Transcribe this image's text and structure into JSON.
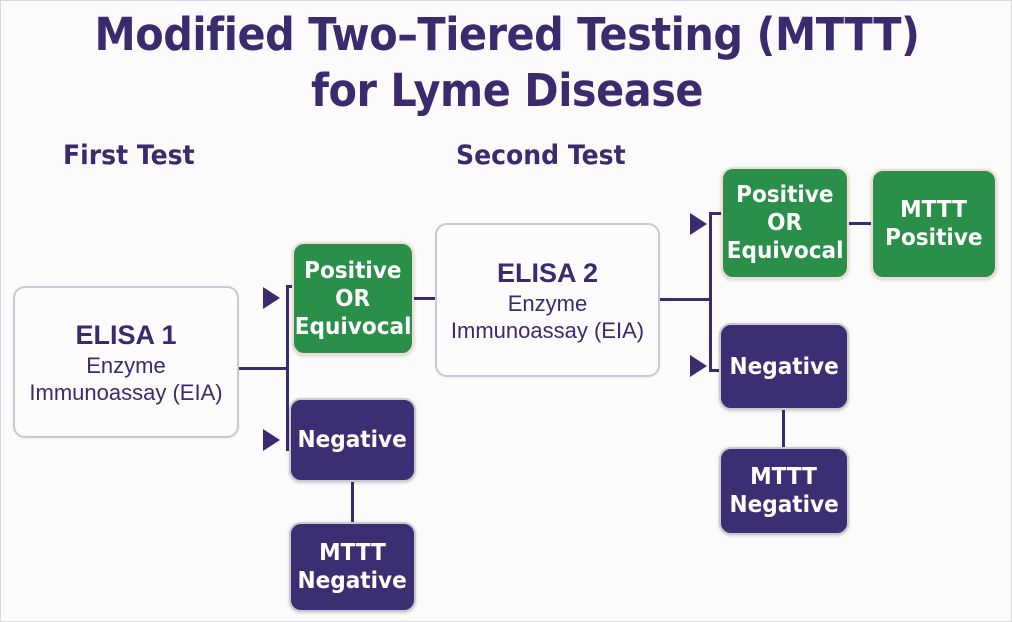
{
  "title": {
    "line1": "Modified Two–Tiered Testing (MTTT)",
    "line2": "for Lyme Disease"
  },
  "sections": {
    "first_test": "First Test",
    "second_test": "Second Test"
  },
  "colors": {
    "purple": "#3c2e72",
    "green": "#2a9049",
    "title_purple": "#3b2a6e",
    "white_box_border": "#c9c9d1",
    "green_box_border": "#f0ded2",
    "background": "#fbfbfb"
  },
  "nodes": {
    "elisa1": {
      "title": "ELISA 1",
      "sub_line1": "Enzyme",
      "sub_line2": "Immunoassay (EIA)",
      "style": "white"
    },
    "elisa2": {
      "title": "ELISA 2",
      "sub_line1": "Enzyme",
      "sub_line2": "Immunoassay (EIA)",
      "style": "white"
    },
    "positive_or_equivocal_1": {
      "line1": "Positive",
      "line2": "OR",
      "line3": "Equivocal",
      "style": "green"
    },
    "negative_1": {
      "line1": "Negative",
      "style": "purple"
    },
    "mttt_negative_1": {
      "line1": "MTTT",
      "line2": "Negative",
      "style": "purple"
    },
    "positive_or_equivocal_2": {
      "line1": "Positive",
      "line2": "OR",
      "line3": "Equivocal",
      "style": "green"
    },
    "mttt_positive": {
      "line1": "MTTT",
      "line2": "Positive",
      "style": "green"
    },
    "negative_2": {
      "line1": "Negative",
      "style": "purple"
    },
    "mttt_negative_2": {
      "line1": "MTTT",
      "line2": "Negative",
      "style": "purple"
    }
  }
}
